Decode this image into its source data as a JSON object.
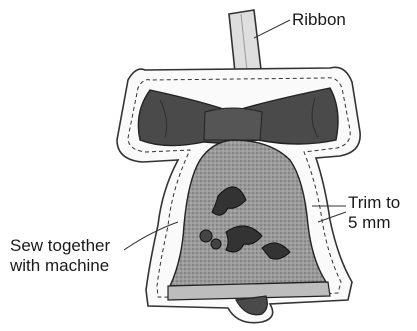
{
  "labels": {
    "ribbon": "Ribbon",
    "trim": [
      "Trim to",
      "5 mm"
    ],
    "sew": [
      "Sew together",
      "with machine"
    ]
  },
  "colors": {
    "felt_outline": "#333333",
    "bow_fill": "#4a4a4a",
    "bell_fill": "#8c8c8c",
    "holly_fill": "#3a3a3a",
    "ribbon_fill": "#dddddd"
  }
}
